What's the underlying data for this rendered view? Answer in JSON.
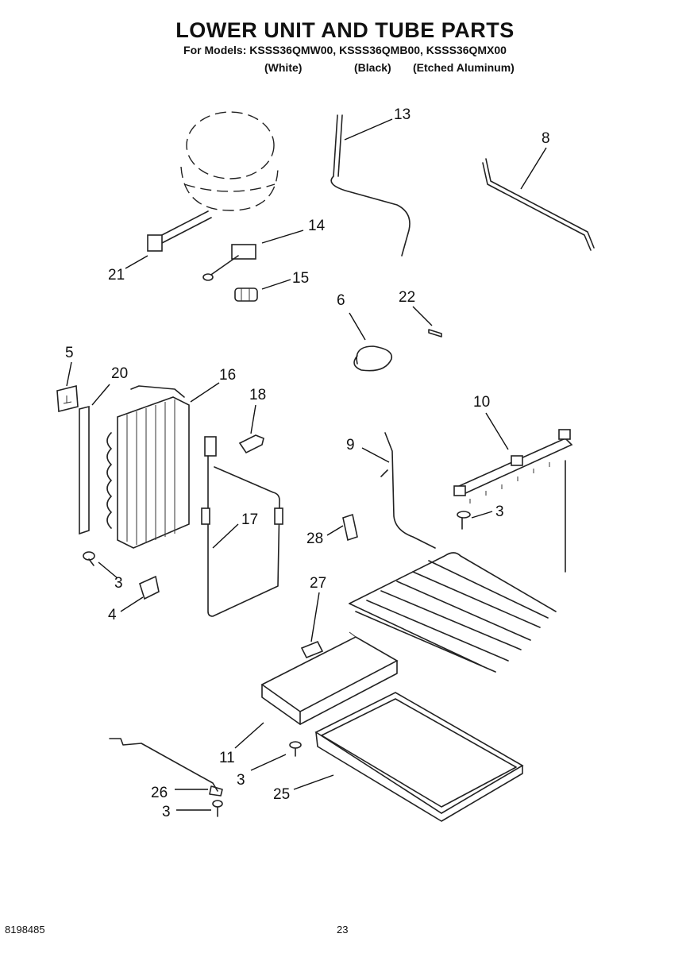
{
  "header": {
    "title": "LOWER UNIT AND TUBE PARTS",
    "models_line": "For Models: KSSS36QMW00, KSSS36QMB00, KSSS36QMX00",
    "variants": [
      "(White)",
      "(Black)",
      "(Etched Aluminum)"
    ]
  },
  "callouts": {
    "c13": "13",
    "c8": "8",
    "c14": "14",
    "c21": "21",
    "c15": "15",
    "c6": "6",
    "c22": "22",
    "c5": "5",
    "c20": "20",
    "c16": "16",
    "c18": "18",
    "c10": "10",
    "c9": "9",
    "c17": "17",
    "c3a": "3",
    "c28": "28",
    "c3b": "3",
    "c4": "4",
    "c27": "27",
    "c11": "11",
    "c3c": "3",
    "c26": "26",
    "c25": "25",
    "c3d": "3"
  },
  "footer": {
    "doc_number": "8198485",
    "page_number": "23"
  }
}
